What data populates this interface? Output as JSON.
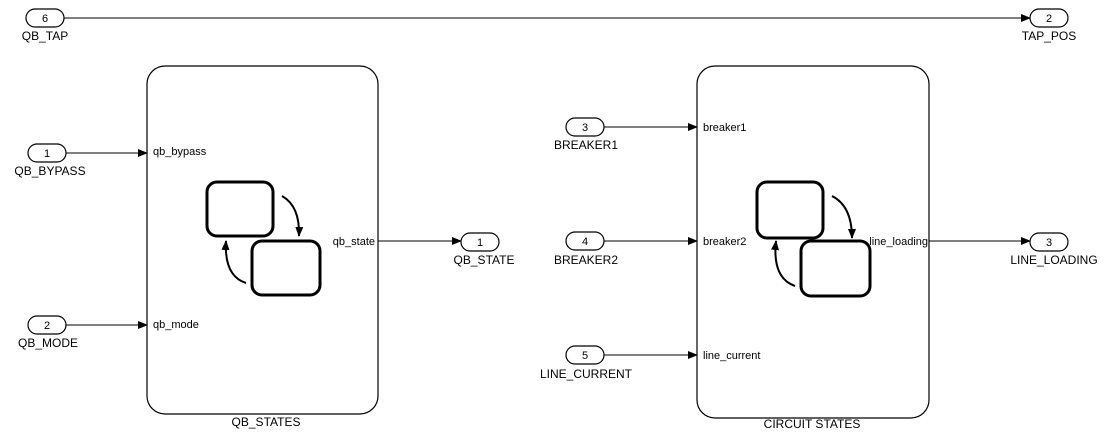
{
  "inports": [
    {
      "num": "6",
      "name": "QB_TAP"
    },
    {
      "num": "1",
      "name": "QB_BYPASS"
    },
    {
      "num": "2",
      "name": "QB_MODE"
    },
    {
      "num": "3",
      "name": "BREAKER1"
    },
    {
      "num": "4",
      "name": "BREAKER2"
    },
    {
      "num": "5",
      "name": "LINE_CURRENT"
    }
  ],
  "outports": [
    {
      "num": "2",
      "name": "TAP_POS"
    },
    {
      "num": "1",
      "name": "QB_STATE"
    },
    {
      "num": "3",
      "name": "LINE_LOADING"
    }
  ],
  "qb_states": {
    "title": "QB_STATES",
    "in_ports": [
      "qb_bypass",
      "qb_mode"
    ],
    "out_port": "qb_state",
    "icon": "stateflow-chart-icon"
  },
  "circuit_states": {
    "title": "CIRCUIT  STATES",
    "in_ports": [
      "breaker1",
      "breaker2",
      "line_current"
    ],
    "out_port": "line_loading",
    "icon": "stateflow-chart-icon"
  }
}
